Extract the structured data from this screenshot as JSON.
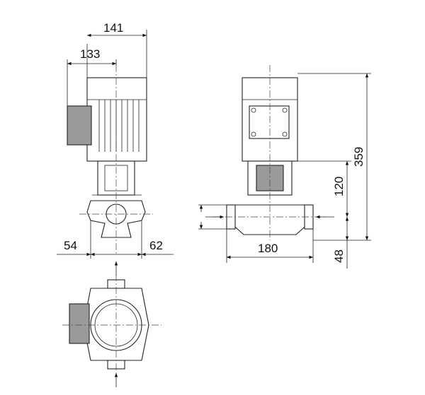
{
  "diagram": {
    "dimensions": {
      "overall_width": "141",
      "motor_width": "133",
      "left_offset": "54",
      "right_offset": "62",
      "port_to_port": "180",
      "overall_height": "359",
      "axis_height": "120",
      "base_to_axis": "48"
    }
  }
}
